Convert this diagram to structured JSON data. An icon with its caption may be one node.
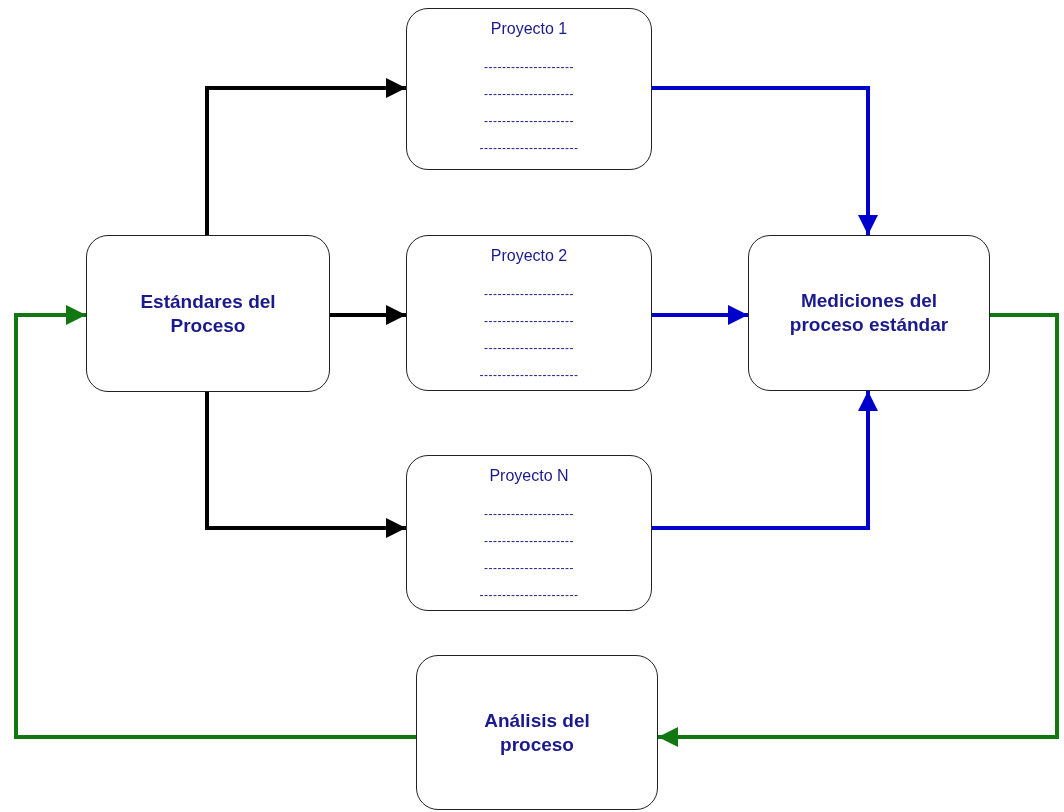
{
  "diagram": {
    "nodes": [
      {
        "text": [
          "Estándares del Proceso"
        ]
      },
      {
        "text": [
          "Proyecto 1",
          "--------------------",
          "--------------------",
          "--------------------",
          "----------------------"
        ]
      },
      {
        "text": [
          "Proyecto 2",
          "--------------------",
          "--------------------",
          "--------------------",
          "----------------------"
        ]
      },
      {
        "text": [
          "Proyecto N",
          "--------------------",
          "--------------------",
          "--------------------",
          "----------------------"
        ]
      },
      {
        "text": [
          "Mediciones del proceso estándar"
        ]
      },
      {
        "text": [
          "Análisis del proceso"
        ]
      }
    ],
    "edges": [
      {
        "from": 0,
        "to": 1,
        "arrow": "to"
      },
      {
        "from": 0,
        "to": 2,
        "arrow": "to"
      },
      {
        "from": 0,
        "to": 3,
        "arrow": "to"
      },
      {
        "from": 1,
        "to": 4,
        "arrow": "to",
        "color": "#0000cc"
      },
      {
        "from": 2,
        "to": 4,
        "arrow": "to",
        "color": "#0000cc"
      },
      {
        "from": 3,
        "to": 4,
        "arrow": "to",
        "color": "#0000cc"
      },
      {
        "from": 4,
        "to": 5,
        "arrow": "to",
        "color": "#117711"
      },
      {
        "from": 5,
        "to": 0,
        "arrow": "to",
        "color": "#117711"
      }
    ]
  }
}
